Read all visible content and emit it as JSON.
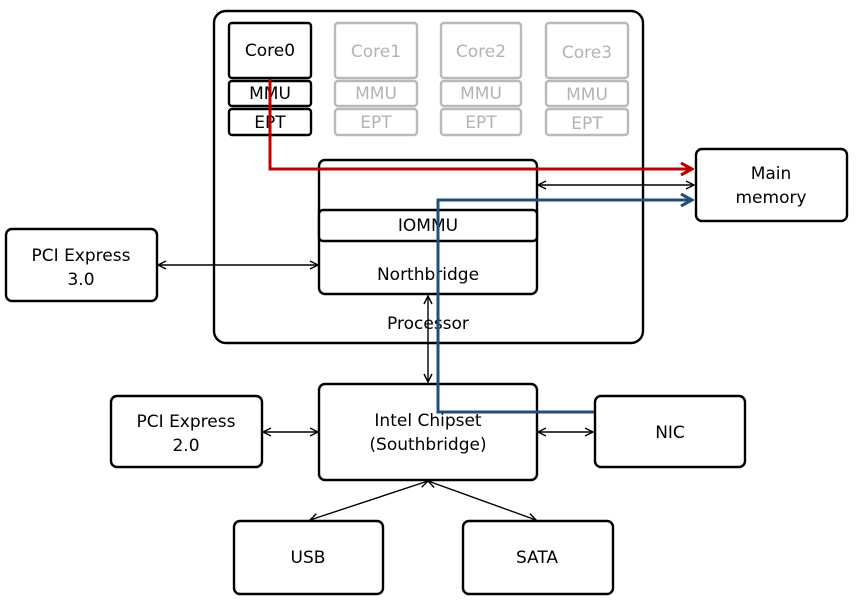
{
  "processor": {
    "label": "Processor"
  },
  "cores": [
    {
      "core": "Core0",
      "mmu": "MMU",
      "ept": "EPT",
      "active": true
    },
    {
      "core": "Core1",
      "mmu": "MMU",
      "ept": "EPT",
      "active": false
    },
    {
      "core": "Core2",
      "mmu": "MMU",
      "ept": "EPT",
      "active": false
    },
    {
      "core": "Core3",
      "mmu": "MMU",
      "ept": "EPT",
      "active": false
    }
  ],
  "northbridge": {
    "label": "Northbridge",
    "iommu": "IOMMU"
  },
  "main_memory": {
    "line1": "Main",
    "line2": "memory"
  },
  "pcie3": {
    "line1": "PCI Express",
    "line2": "3.0"
  },
  "pcie2": {
    "line1": "PCI Express",
    "line2": "2.0"
  },
  "southbridge": {
    "line1": "Intel Chipset",
    "line2": "(Southbridge)"
  },
  "nic": {
    "label": "NIC"
  },
  "usb": {
    "label": "USB"
  },
  "sata": {
    "label": "SATA"
  },
  "colors": {
    "red_path": "#c00000",
    "blue_path": "#1f4e79",
    "dim": "#b9b9b9"
  }
}
